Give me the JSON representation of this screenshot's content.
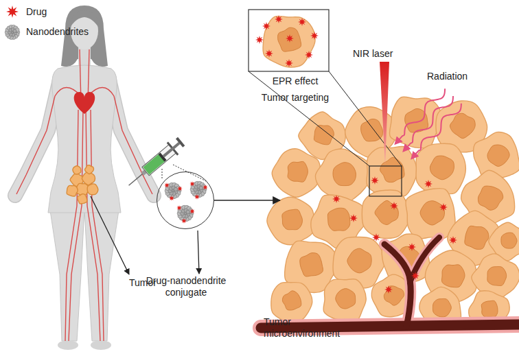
{
  "diagram": {
    "nodes": [
      {
        "text": [
          "Drug-nanodendrite conjugate"
        ]
      },
      {
        "text": [
          "Tumor microenvironment"
        ]
      }
    ],
    "edges": [
      {
        "from": 0,
        "to": 1,
        "arrow": "to"
      }
    ],
    "labels": [
      "Tumor",
      "EPR effect",
      "Tumor targeting",
      "NIR laser",
      "Radiation"
    ],
    "legend": [
      {
        "text": "Drug"
      },
      {
        "text": "Nanodendrites"
      }
    ]
  }
}
